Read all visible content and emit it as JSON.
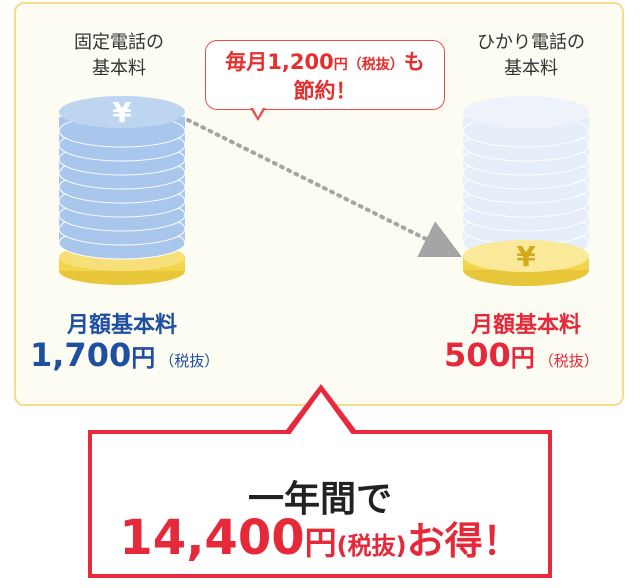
{
  "left": {
    "title": "固定電話の\n基本料",
    "fee_label": "月額基本料",
    "amount": "1,700",
    "yen": "円",
    "tax": "（税抜）"
  },
  "right": {
    "title": "ひかり電話の\n基本料",
    "fee_label": "月額基本料",
    "amount": "500",
    "yen": "円",
    "tax": "（税抜）"
  },
  "bubble": {
    "line1_prefix": "毎月1,200",
    "line1_small": "円（税抜）",
    "line1_suffix": "も",
    "line2": "節約！"
  },
  "savings": {
    "line1": "一年間で",
    "amount": "14,400",
    "yen": "円",
    "tax": "(税抜)",
    "suffix": "お得！"
  },
  "colors": {
    "coin_blue": "#a9c6ec",
    "coin_gold": "#f2d54a",
    "accent_red": "#e5283a",
    "accent_blue": "#1f4fa0"
  },
  "icons": [
    "yen-icon",
    "dotted-arrow-icon"
  ]
}
